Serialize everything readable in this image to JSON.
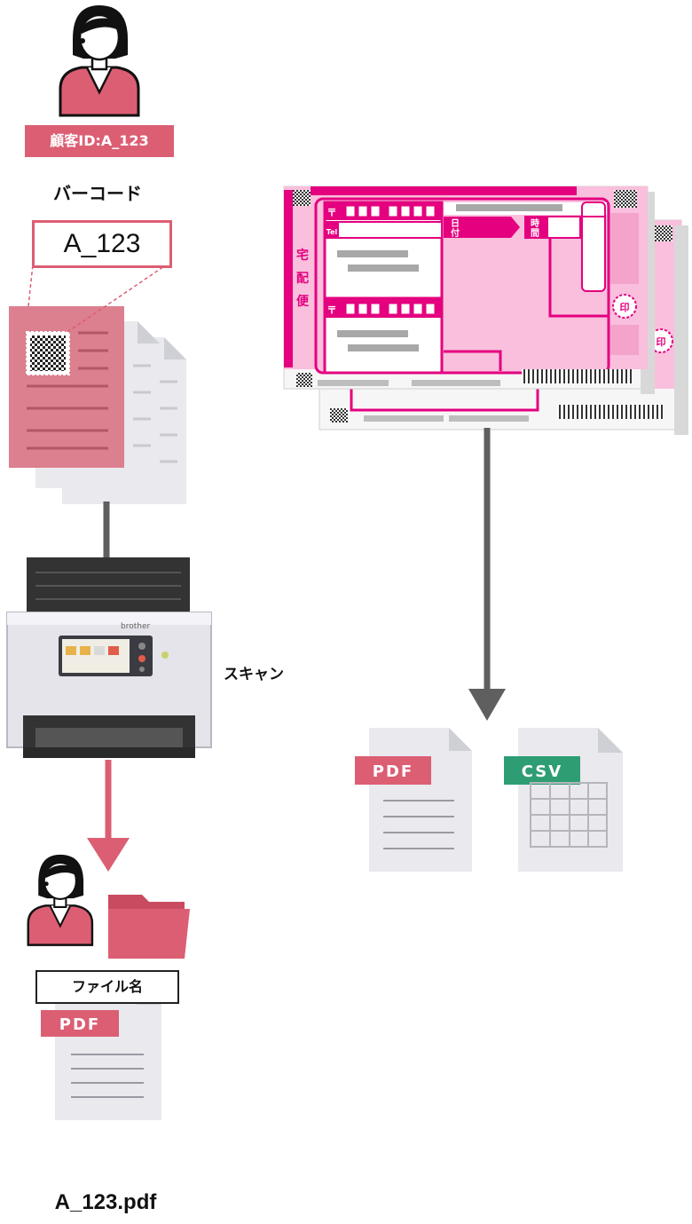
{
  "customer": {
    "tag": "顧客ID:A_123"
  },
  "barcode": {
    "title": "バーコード",
    "value": "A_123"
  },
  "scanner": {
    "brand": "brother",
    "action_label": "スキャン"
  },
  "output_left": {
    "file_badge": "PDF",
    "filename_label": "ファイル名",
    "filename_value": "A_123.pdf"
  },
  "slip": {
    "title_chars": [
      "宅",
      "配",
      "便"
    ],
    "postal_mark": "〒",
    "tel_mark": "Tel",
    "date_label": [
      "日",
      "付"
    ],
    "time_label": [
      "時",
      "間"
    ],
    "seal": "印"
  },
  "output_right": {
    "pdf_badge": "PDF",
    "csv_badge": "CSV"
  },
  "colors": {
    "accent_pink": "#dc5e73",
    "slip_magenta": "#e4007f",
    "csv_green": "#2f9d73",
    "arrow_gray": "#5f5f5f"
  }
}
